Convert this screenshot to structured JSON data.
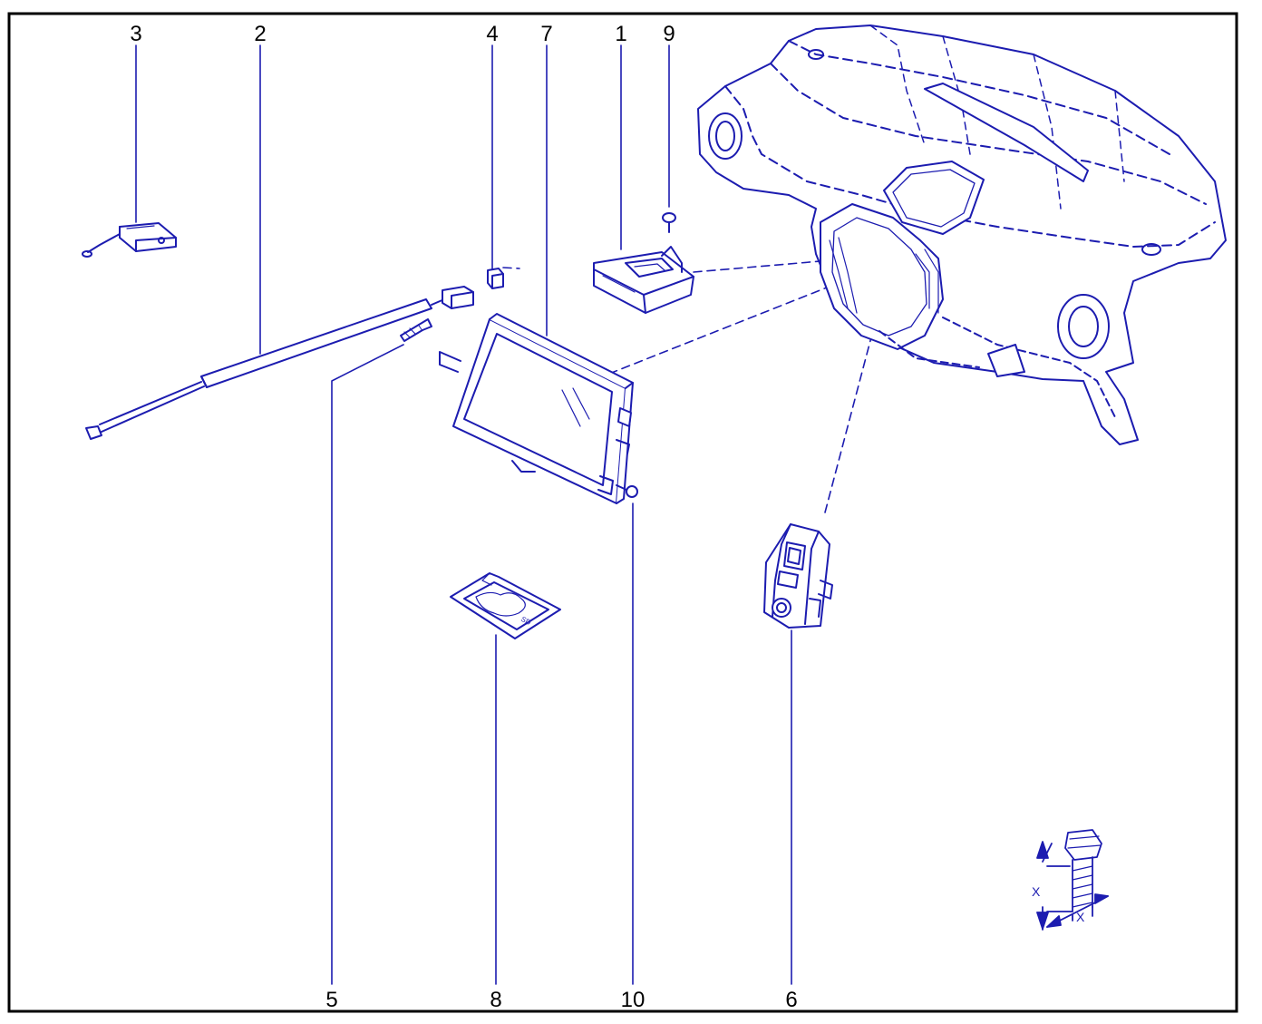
{
  "diagram": {
    "ink_color": "#1c1cb0",
    "frame_color": "#000000",
    "label_color": "#000000",
    "callouts": [
      {
        "id": "1",
        "text": "1",
        "part": "control-unit"
      },
      {
        "id": "2",
        "text": "2",
        "part": "antenna-cable"
      },
      {
        "id": "3",
        "text": "3",
        "part": "antenna-amplifier"
      },
      {
        "id": "4",
        "text": "4",
        "part": "clip"
      },
      {
        "id": "5",
        "text": "5",
        "part": "screw"
      },
      {
        "id": "6",
        "text": "6",
        "part": "control-panel"
      },
      {
        "id": "7",
        "text": "7",
        "part": "display-screen"
      },
      {
        "id": "8",
        "text": "8",
        "part": "sd-card"
      },
      {
        "id": "9",
        "text": "9",
        "part": "bolt"
      },
      {
        "id": "10",
        "text": "10",
        "part": "bolt"
      }
    ],
    "sd_card_text": "SD",
    "torque_symbol": {
      "dimension_label_vertical": "X",
      "dimension_label_horizontal": "X"
    }
  }
}
